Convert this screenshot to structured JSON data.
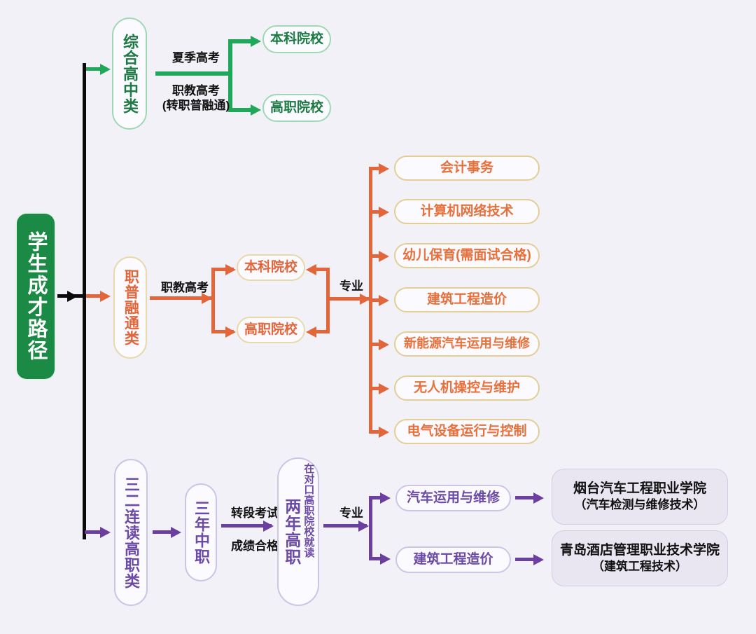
{
  "diagram": {
    "title": "学生成才路径",
    "background_color": "#f2f1f7"
  },
  "root": {
    "label": "学生成才路径",
    "color": "#1a8a45"
  },
  "branches": {
    "comprehensive": {
      "accent_color": "#20a85a",
      "node_label": "综合高中类",
      "edge_labels": {
        "top": "夏季高考",
        "bottom_line1": "职教高考",
        "bottom_line2": "(转职普融通)"
      },
      "targets": [
        {
          "label": "本科院校"
        },
        {
          "label": "高职院校"
        }
      ]
    },
    "integration": {
      "accent_color": "#e2663a",
      "node_label": "职普融通类",
      "exam_label": "职教高考",
      "major_label": "专业",
      "schools": [
        {
          "label": "本科院校"
        },
        {
          "label": "高职院校"
        }
      ],
      "majors": [
        {
          "label": "会计事务"
        },
        {
          "label": "计算机网络技术"
        },
        {
          "label": "幼儿保育(需面试合格)"
        },
        {
          "label": "建筑工程造价"
        },
        {
          "label": "新能源汽车运用与维修"
        },
        {
          "label": "无人机操控与维护"
        },
        {
          "label": "电气设备运行与控制"
        }
      ]
    },
    "three_two": {
      "accent_color": "#6b3fa0",
      "node_label": "三二连读高职类",
      "stage_label": "三年中职",
      "transfer_label_line1": "转段考试",
      "transfer_label_line2": "成绩合格",
      "higher_stage_main": "两年高职",
      "higher_stage_note": "在对口高职院校就读",
      "major_label": "专业",
      "majors": [
        {
          "label": "汽车运用与维修"
        },
        {
          "label": "建筑工程造价"
        }
      ],
      "schools": [
        {
          "name": "烟台汽车工程职业学院",
          "major": "（汽车检测与维修技术）"
        },
        {
          "name": "青岛酒店管理职业技术学院",
          "major": "（建筑工程技术）"
        }
      ]
    }
  }
}
